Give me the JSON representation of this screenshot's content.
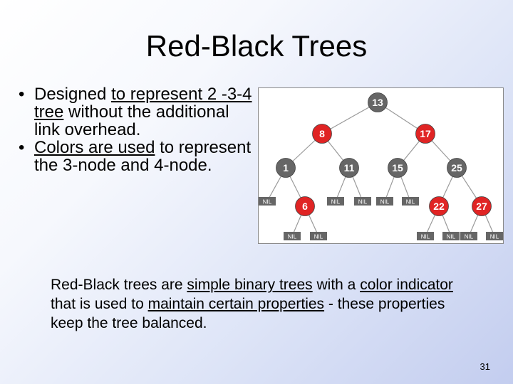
{
  "slide": {
    "title": "Red-Black Trees",
    "bullets": [
      {
        "parts": [
          {
            "text": "Designed ",
            "u": false
          },
          {
            "text": "to represent 2 -3-4 tree",
            "u": true
          },
          {
            "text": " without the additional link overhead.",
            "u": false
          }
        ]
      },
      {
        "parts": [
          {
            "text": "Colors are used",
            "u": true
          },
          {
            "text": " to represent the 3-node and 4-node.",
            "u": false
          }
        ]
      }
    ],
    "caption": [
      {
        "text": "Red-Black trees are ",
        "u": false
      },
      {
        "text": "simple binary trees",
        "u": true
      },
      {
        "text": " with a ",
        "u": false
      },
      {
        "text": "color indicator",
        "u": true
      },
      {
        "text": " that is used to ",
        "u": false
      },
      {
        "text": "maintain certain properties",
        "u": true
      },
      {
        "text": " - these properties keep the tree balanced.",
        "u": false
      }
    ],
    "page_number": "31"
  },
  "tree": {
    "colors": {
      "red": "#e02424",
      "black": "#666666",
      "edge": "#9a9a9a",
      "nil_fill": "#666666",
      "label": "#ffffff"
    },
    "nodes": [
      {
        "id": "n13",
        "label": "13",
        "color": "black"
      },
      {
        "id": "n8",
        "label": "8",
        "color": "red"
      },
      {
        "id": "n17",
        "label": "17",
        "color": "red"
      },
      {
        "id": "n1",
        "label": "1",
        "color": "black"
      },
      {
        "id": "n11",
        "label": "11",
        "color": "black"
      },
      {
        "id": "n15",
        "label": "15",
        "color": "black"
      },
      {
        "id": "n25",
        "label": "25",
        "color": "black"
      },
      {
        "id": "n6",
        "label": "6",
        "color": "red"
      },
      {
        "id": "n22",
        "label": "22",
        "color": "red"
      },
      {
        "id": "n27",
        "label": "27",
        "color": "red"
      }
    ],
    "nil_leaves": [
      {
        "id": "l1",
        "label": "NIL"
      },
      {
        "id": "l2",
        "label": "NIL"
      },
      {
        "id": "l3",
        "label": "NIL"
      },
      {
        "id": "l4",
        "label": "NIL"
      },
      {
        "id": "l5",
        "label": "NIL"
      },
      {
        "id": "l6",
        "label": "NIL"
      },
      {
        "id": "l7",
        "label": "NIL"
      },
      {
        "id": "l8",
        "label": "NIL"
      },
      {
        "id": "l9",
        "label": "NIL"
      },
      {
        "id": "l10",
        "label": "NIL"
      },
      {
        "id": "l11",
        "label": "NIL"
      }
    ],
    "edges": [
      [
        "n13",
        "n8"
      ],
      [
        "n13",
        "n17"
      ],
      [
        "n8",
        "n1"
      ],
      [
        "n8",
        "n11"
      ],
      [
        "n17",
        "n15"
      ],
      [
        "n17",
        "n25"
      ],
      [
        "n1",
        "l1"
      ],
      [
        "n1",
        "n6"
      ],
      [
        "n11",
        "l2"
      ],
      [
        "n11",
        "l3"
      ],
      [
        "n15",
        "l4"
      ],
      [
        "n15",
        "l5"
      ],
      [
        "n25",
        "n22"
      ],
      [
        "n25",
        "n27"
      ],
      [
        "n6",
        "l6"
      ],
      [
        "n6",
        "l7"
      ],
      [
        "n22",
        "l8"
      ],
      [
        "n22",
        "l9"
      ],
      [
        "n27",
        "l10"
      ],
      [
        "n27",
        "l11"
      ]
    ]
  }
}
